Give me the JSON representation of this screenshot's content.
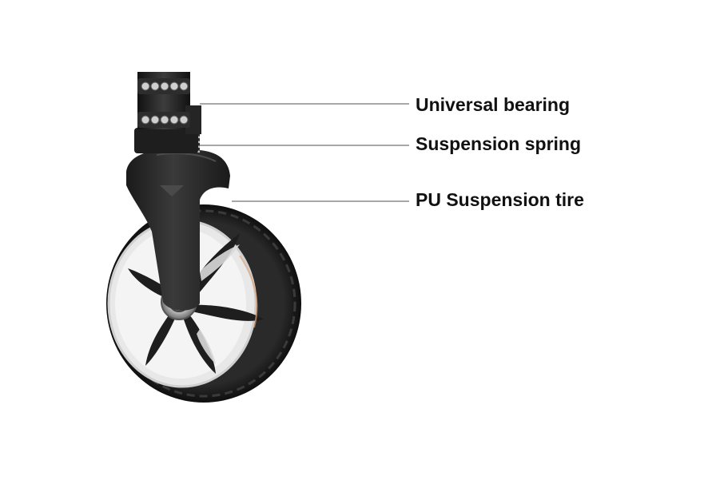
{
  "labels": {
    "bearing": "Universal bearing",
    "spring": "Suspension spring",
    "tire": "PU Suspension tire"
  },
  "colors": {
    "tire": "#1c1c1c",
    "rim": "#e6e6e6",
    "spokes": "#1e1e1e",
    "fork": "#232323",
    "leader_line": "#8a8a8a",
    "text": "#111111"
  }
}
